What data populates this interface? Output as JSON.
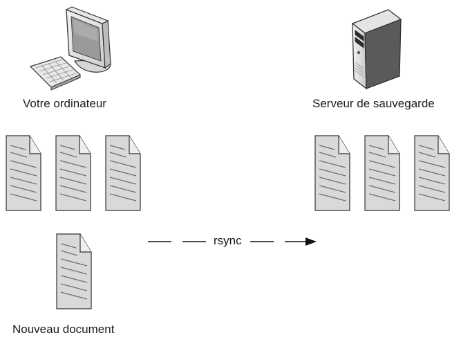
{
  "labels": {
    "computer": "Votre ordinateur",
    "server": "Serveur de sauvegarde",
    "new_document": "Nouveau document",
    "transfer": "rsync"
  },
  "colors": {
    "doc_fill": "#d9d9d9",
    "doc_line": "#6e6e6e",
    "outline": "#333333",
    "arrow": "#111111"
  }
}
